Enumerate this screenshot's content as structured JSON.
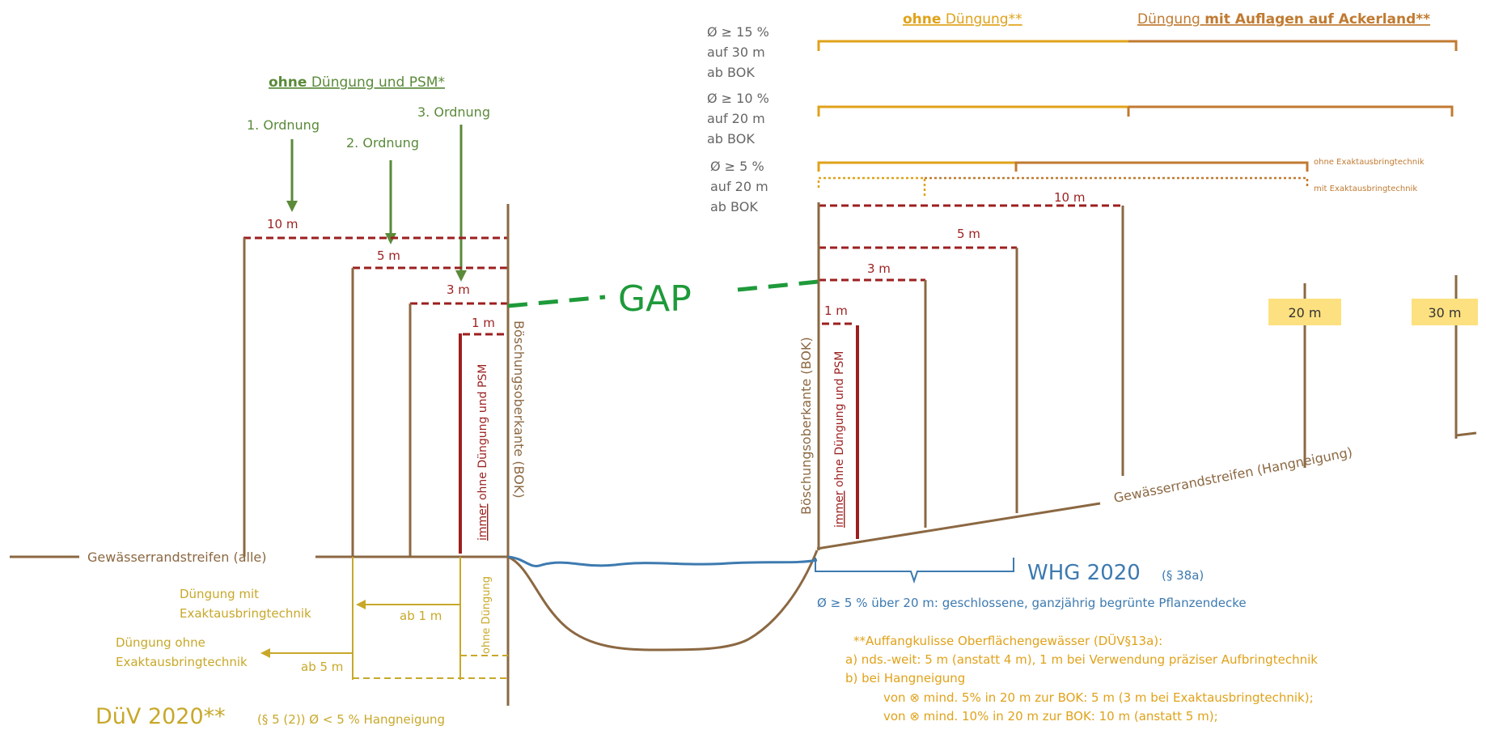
{
  "colors": {
    "brown": "#8b6842",
    "darkred": "#9c1f1f",
    "green": "#5a8a3a",
    "gap_green": "#1e9a3a",
    "olive": "#c8a82a",
    "orange": "#e0a21a",
    "darkorange": "#c07a30",
    "blue": "#3d7ab0",
    "grey": "#666666",
    "badge": "#fde181"
  },
  "left": {
    "header_bold": "ohne",
    "header_rest": " Düngung und PSM*",
    "orders": [
      "1. Ordnung",
      "2. Ordnung",
      "3. Ordnung"
    ],
    "dist_10": "10 m",
    "dist_5": "5 m",
    "dist_3": "3 m",
    "dist_1": "1 m",
    "bok_label": "Böschungsoberkante (BOK)",
    "immer_underlined": "immer",
    "immer_rest": " ohne Düngung und PSM",
    "ohne_duengung": "ohne Düngung",
    "strip_label": "Gewässerrandstreifen (alle)",
    "exakt_line1": "Düngung mit",
    "exakt_line2": "Exaktausbringtechnik",
    "ohne_exakt_line1": "Düngung ohne",
    "ohne_exakt_line2": "Exaktausbringtechnik",
    "ab_1m": "ab 1 m",
    "ab_5m": "ab 5 m",
    "duev_title": "DüV 2020**",
    "duev_sub": "(§ 5 (2)) Ø < 5 % Hangneigung"
  },
  "gap": "GAP",
  "right": {
    "header1_bold": "ohne",
    "header1_rest": " Düngung**",
    "header2_plain": "Düngung ",
    "header2_bold": "mit Auflagen auf Ackerland**",
    "slope15": [
      "Ø ≥ 15 %",
      "auf 30 m",
      "ab BOK"
    ],
    "slope10": [
      "Ø ≥ 10 %",
      "auf 20 m",
      "ab BOK"
    ],
    "slope5": [
      "Ø ≥ 5 %",
      "auf 20 m",
      "ab BOK"
    ],
    "ohne_exakt_small": "ohne Exaktausbringtechnik",
    "mit_exakt_small": "mit Exaktausbringtechnik",
    "dist_10": "10 m",
    "dist_5": "5 m",
    "dist_3": "3 m",
    "dist_1": "1 m",
    "bok_label": "Böschungsoberkante (BOK)",
    "immer_underlined": "immer",
    "immer_rest": " ohne Düngung und PSM",
    "badge_20": "20 m",
    "badge_30": "30 m",
    "strip_label": "Gewässerrandstreifen (Hangneigung)",
    "whg_title": "WHG 2020",
    "whg_sub": "(§ 38a)",
    "whg_text": "Ø ≥ 5 % über 20 m: geschlossene, ganzjährig begrünte Pflanzendecke",
    "notes": [
      "**Auffangkulisse Oberflächengewässer (DÜV§13a):",
      "a) nds.-weit: 5 m (anstatt 4 m), 1 m bei Verwendung präziser Aufbringtechnik",
      "b) bei Hangneigung",
      "von ⊗ mind. 5% in 20 m zur BOK:  5 m (3 m bei Exaktausbringtechnik);",
      "von ⊗ mind. 10% in 20 m zur BOK: 10 m (anstatt 5 m);"
    ]
  }
}
